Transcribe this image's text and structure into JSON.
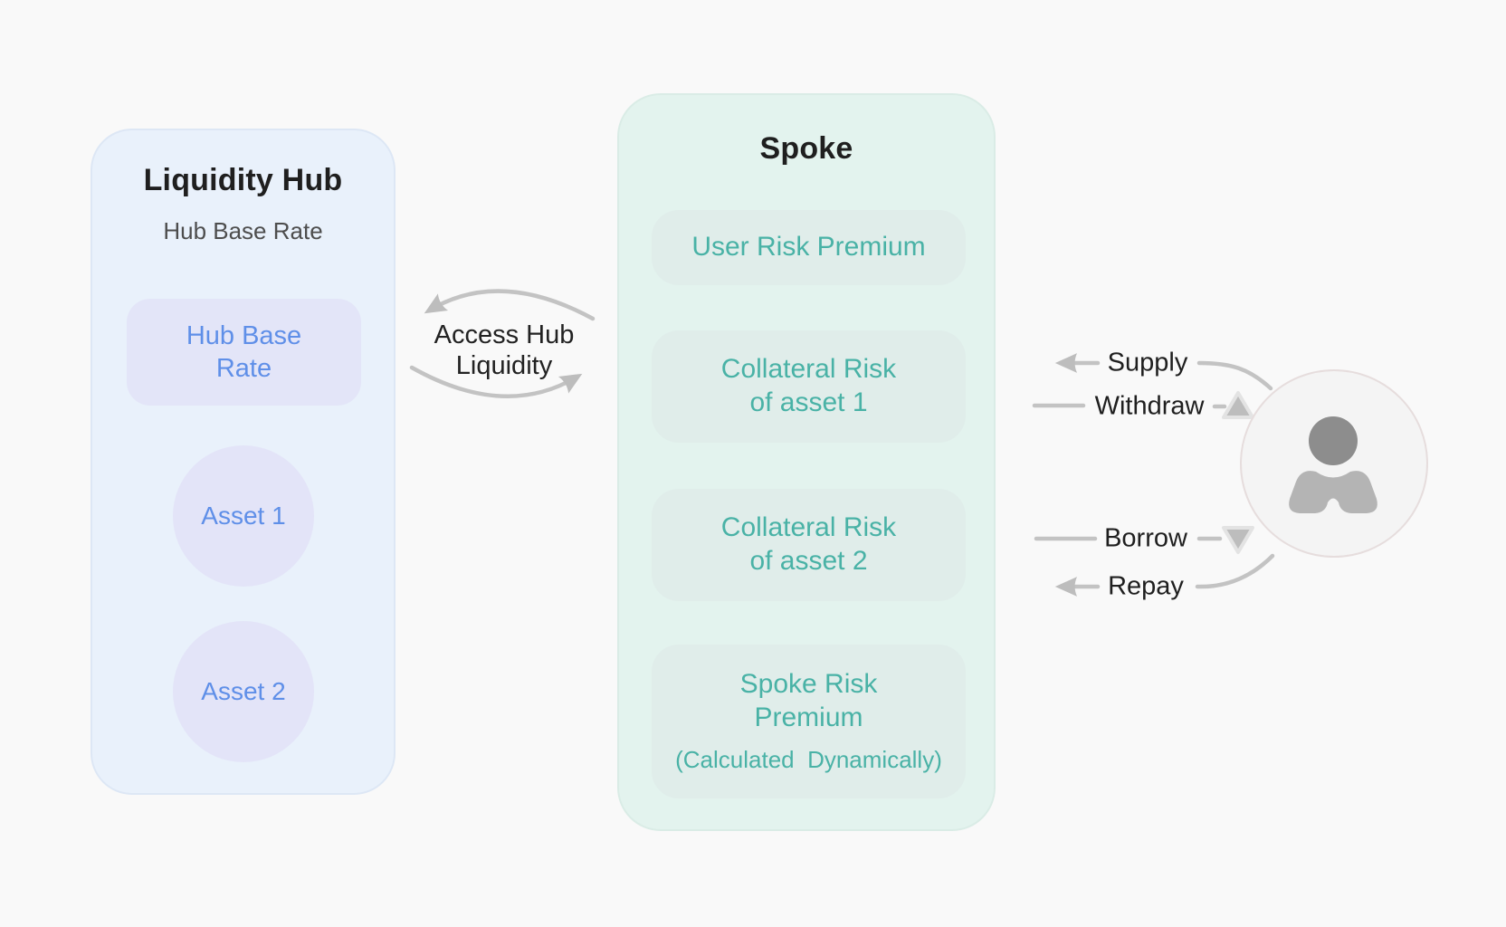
{
  "hub": {
    "title": "Liquidity Hub",
    "subtitle": "Hub Base Rate",
    "rate_box_line1": "Hub Base",
    "rate_box_line2": "Rate",
    "asset1": "Asset 1",
    "asset2": "Asset 2"
  },
  "connection": {
    "label": "Access Hub\nLiquidity"
  },
  "spoke": {
    "title": "Spoke",
    "box1": "User Risk Premium",
    "box2_line1": "Collateral Risk",
    "box2_line2": "of asset 1",
    "box3_line1": "Collateral Risk",
    "box3_line2": "of asset 2",
    "box4_line1": "Spoke Risk",
    "box4_line2": "Premium",
    "box4_note": "(Calculated  Dynamically)"
  },
  "actions": {
    "supply": "Supply",
    "withdraw": "Withdraw",
    "borrow": "Borrow",
    "repay": "Repay"
  },
  "colors": {
    "page_bg": "#f9f9f9",
    "hub_panel_bg": "#e9f1fb",
    "hub_item_bg": "#e3e5f8",
    "hub_text_blue": "#5f8fe8",
    "spoke_panel_bg": "#e3f3ee",
    "spoke_box_bg": "#e0edea",
    "spoke_text_teal": "#49b2a6",
    "arrow_gray": "#c3c3c3",
    "arrowhead_gray": "#bdbdbd",
    "dark_text": "#1f1f1f",
    "avatar_bg": "#f4f4f4",
    "avatar_head": "#8d8d8d",
    "avatar_body": "#b4b4b4"
  }
}
